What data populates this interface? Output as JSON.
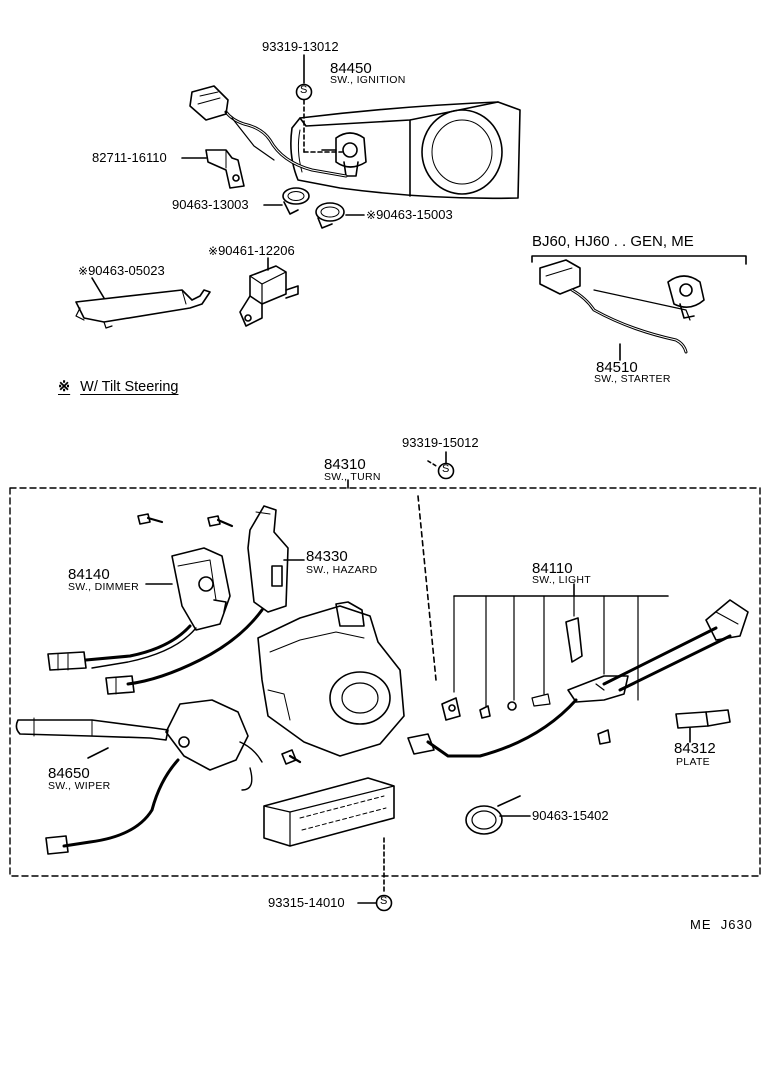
{
  "top": {
    "screw_upper": "93319-13012",
    "ignition": {
      "number": "84450",
      "name": "SW., IGNITION"
    },
    "bracket_left": "82711-16110",
    "clamp_1": "90463-13003",
    "clamp_2": "90463-15003",
    "holder_tilt": "90463-05023",
    "clip_tilt": "90461-12206",
    "variant_header": "BJ60, HJ60 . . GEN, ME",
    "starter": {
      "number": "84510",
      "name": "SW., STARTER"
    },
    "tilt_note": "W/ Tilt Steering",
    "tilt_mark": "※"
  },
  "bottom": {
    "screw_turn": "93319-15012",
    "turn": {
      "number": "84310",
      "name": "SW., TURN"
    },
    "dimmer": {
      "number": "84140",
      "name": "SW., DIMMER"
    },
    "hazard": {
      "number": "84330",
      "name": "SW., HAZARD"
    },
    "light": {
      "number": "84110",
      "name": "SW., LIGHT"
    },
    "plate": {
      "number": "84312",
      "name": "PLATE"
    },
    "wiper": {
      "number": "84650",
      "name": "SW., WIPER"
    },
    "band": "90463-15402",
    "screw_bottom": "93315-14010"
  },
  "screw_symbol": "S",
  "page_ref": "ME  J630"
}
